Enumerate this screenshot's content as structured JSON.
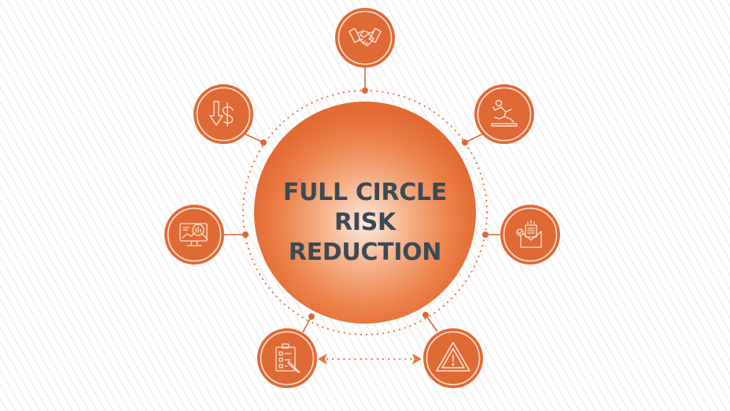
{
  "center": {
    "line1": "FULL CIRCLE",
    "line2": "RISK REDUCTION"
  },
  "colors": {
    "accent": "#e8703a",
    "accent_dark": "#dc6332",
    "center_highlight": "#fde8dc",
    "ring_light": "#fbe3d4",
    "title_text": "#3a4a55",
    "connector": "#d9693a"
  },
  "nodes": [
    {
      "id": "top",
      "icon": "handshake-icon"
    },
    {
      "id": "upper-left",
      "icon": "falling-dollar-icon"
    },
    {
      "id": "upper-right",
      "icon": "slip-fall-hazard-icon"
    },
    {
      "id": "left",
      "icon": "monitor-analytics-magnifier-icon"
    },
    {
      "id": "right",
      "icon": "envelope-document-icon"
    },
    {
      "id": "bottom-left",
      "icon": "clipboard-checklist-pencil-icon"
    },
    {
      "id": "bottom-right",
      "icon": "warning-triangle-icon"
    }
  ],
  "bottom_link": {
    "type": "double-arrow-dotted",
    "from": "bottom-left",
    "to": "bottom-right"
  }
}
